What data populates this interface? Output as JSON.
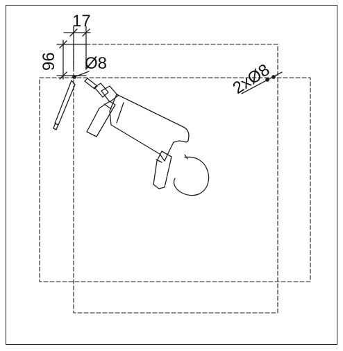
{
  "dimensions": {
    "horizontal_offset": "17",
    "vertical_offset": "96",
    "hole_diameter": "Ø8",
    "holes_count_diameter": "2xØ8"
  },
  "colors": {
    "line": "#1c1c1c",
    "background": "#ffffff"
  }
}
